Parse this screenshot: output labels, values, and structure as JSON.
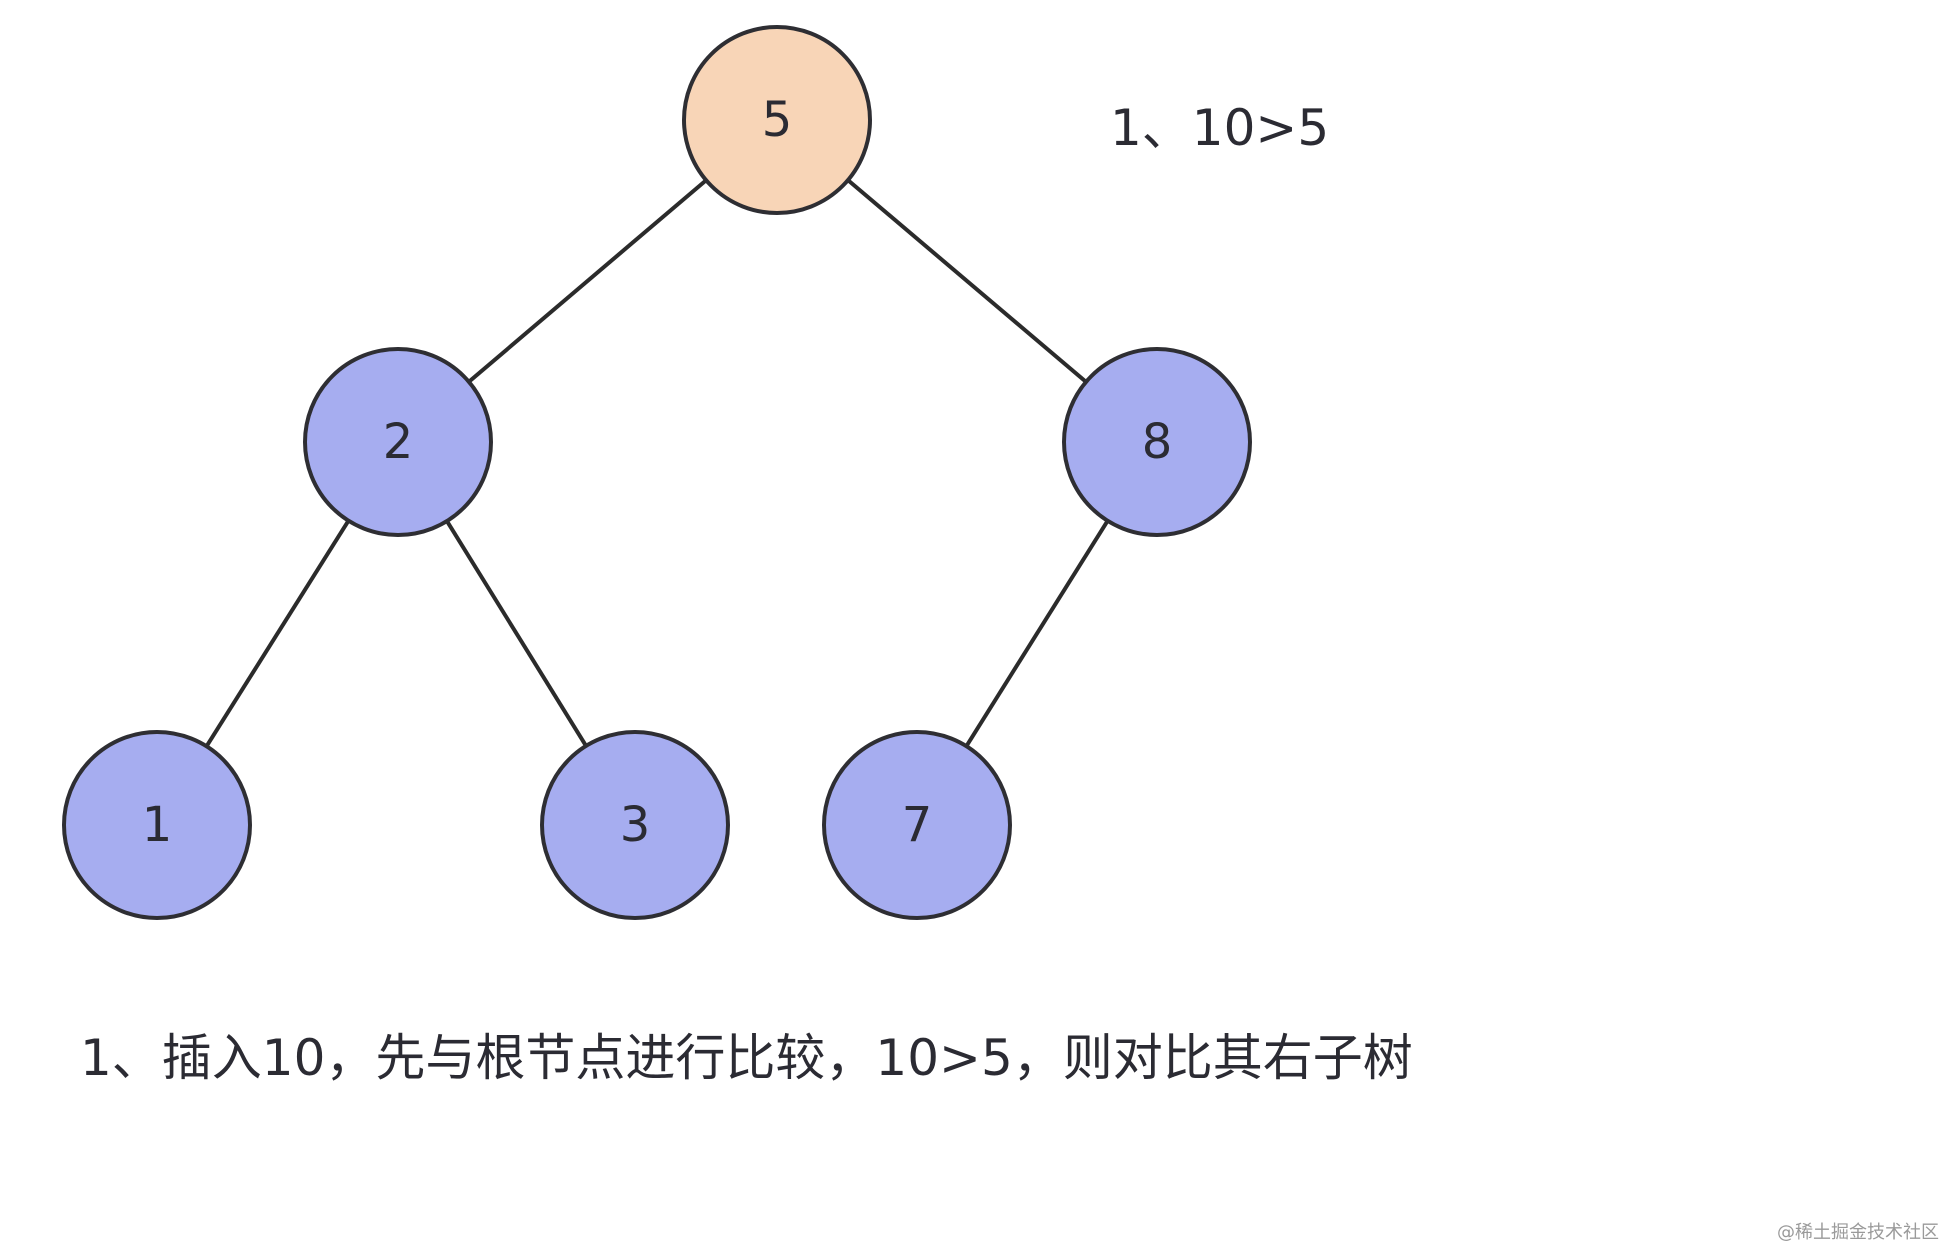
{
  "diagram": {
    "type": "binary-search-tree",
    "nodes": [
      {
        "id": "n5",
        "label": "5",
        "role": "root",
        "fill": "#f8d5b7"
      },
      {
        "id": "n2",
        "label": "2",
        "role": "child",
        "fill": "#a6adf0"
      },
      {
        "id": "n8",
        "label": "8",
        "role": "child",
        "fill": "#a6adf0"
      },
      {
        "id": "n1",
        "label": "1",
        "role": "child",
        "fill": "#a6adf0"
      },
      {
        "id": "n3",
        "label": "3",
        "role": "child",
        "fill": "#a6adf0"
      },
      {
        "id": "n7",
        "label": "7",
        "role": "child",
        "fill": "#a6adf0"
      }
    ],
    "edges": [
      {
        "from": "n5",
        "to": "n2"
      },
      {
        "from": "n5",
        "to": "n8"
      },
      {
        "from": "n2",
        "to": "n1"
      },
      {
        "from": "n2",
        "to": "n3"
      },
      {
        "from": "n8",
        "to": "n7"
      }
    ]
  },
  "step_note": "1、10>5",
  "caption": "1、插入10，先与根节点进行比较，10>5，则对比其右子树",
  "watermark": "@稀土掘金技术社区",
  "colors": {
    "root_fill": "#f8d5b7",
    "node_fill": "#a6adf0",
    "stroke": "#2e2e33"
  }
}
